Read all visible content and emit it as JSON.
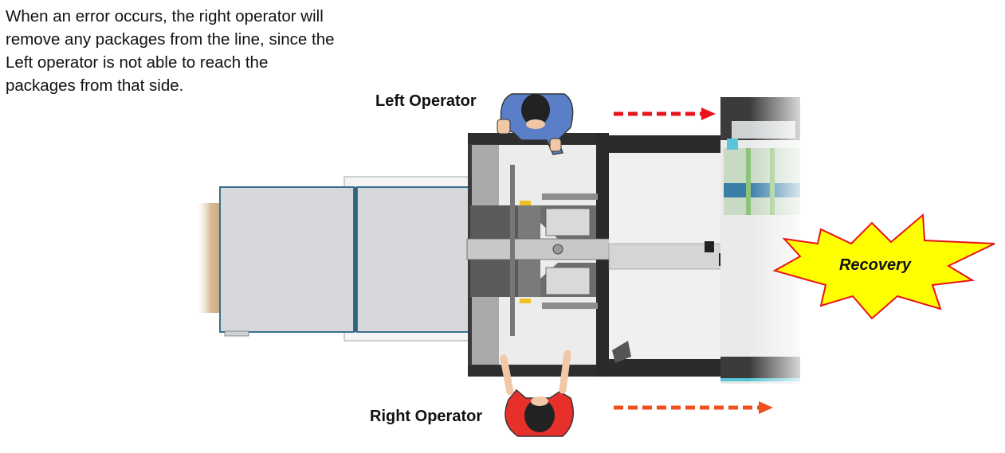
{
  "caption": "When an error occurs, the right operator will remove any packages from the line, since the Left operator is not able to reach the packages from that side.",
  "labels": {
    "left_operator": "Left Operator",
    "right_operator": "Right Operator",
    "recovery": "Recovery"
  },
  "colors": {
    "left_arrow": "#e8141a",
    "right_arrow": "#f0501e",
    "left_shirt": "#5a7ec8",
    "right_shirt": "#e8302a",
    "recovery_fill": "#ffff00",
    "recovery_stroke": "#e8141a"
  },
  "icons": {
    "left_arrow": "dashed-arrow-right-icon",
    "right_arrow": "dashed-arrow-right-icon",
    "burst": "starburst-icon"
  }
}
